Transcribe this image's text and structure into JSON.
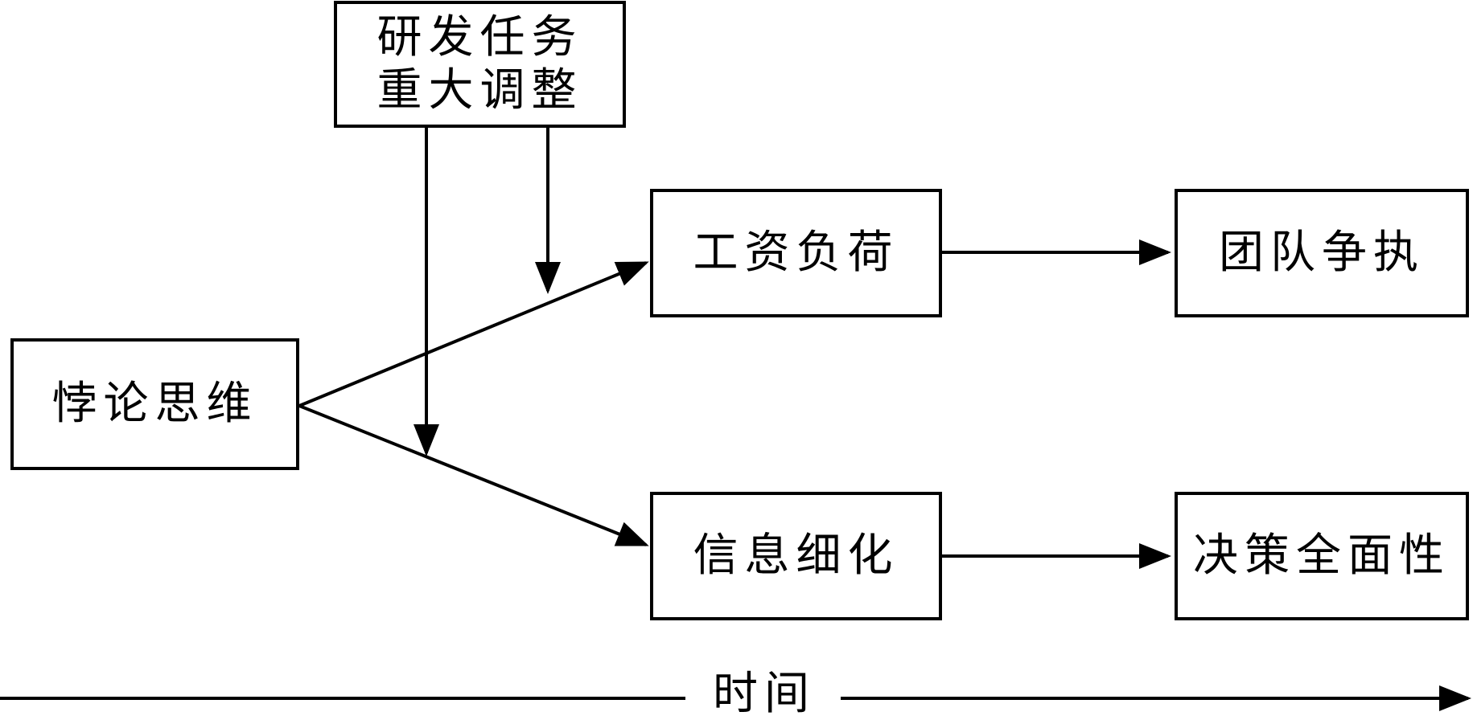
{
  "diagram": {
    "nodes": {
      "moderator": {
        "line1": "研发任务",
        "line2": "重大调整"
      },
      "source": {
        "label": "悖论思维"
      },
      "mediator_top": {
        "label": "工资负荷"
      },
      "mediator_bottom": {
        "label": "信息细化"
      },
      "outcome_top": {
        "label": "团队争执"
      },
      "outcome_bottom": {
        "label": "决策全面性"
      }
    },
    "axis": {
      "label": "时间"
    },
    "colors": {
      "stroke": "#000000",
      "fill": "#ffffff"
    }
  }
}
